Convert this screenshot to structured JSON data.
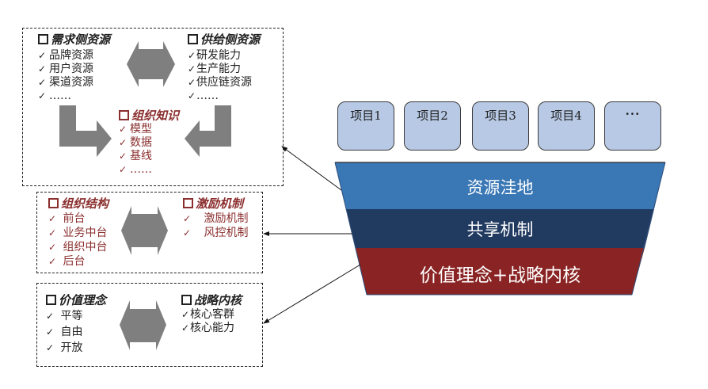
{
  "projects": [
    "项目1",
    "项目2",
    "项目3",
    "项目4",
    "···"
  ],
  "layers": [
    {
      "label": "资源洼地",
      "color": "#3A77B5"
    },
    {
      "label": "共享机制",
      "color": "#213A60"
    },
    {
      "label": "价值理念+战略内核",
      "color": "#8A2424"
    }
  ],
  "colors": {
    "project_fill": "#B7C9E5",
    "arrow_gray": "#7F7F7F",
    "accent_red": "#8B2E2E",
    "text_dark": "#222222"
  },
  "box_resources": {
    "demand": {
      "title": "需求侧资源",
      "items": [
        "品牌资源",
        "用户资源",
        "渠道资源",
        "……"
      ]
    },
    "supply": {
      "title": "供给侧资源",
      "items": [
        "研发能力",
        "生产能力",
        "供应链资源",
        "……"
      ]
    },
    "knowledge": {
      "title": "组织知识",
      "items": [
        "模型",
        "数据",
        "基线",
        "……"
      ]
    }
  },
  "box_mechanism": {
    "structure": {
      "title": "组织结构",
      "items": [
        "前台",
        "业务中台",
        "组织中台",
        "后台"
      ]
    },
    "incentive": {
      "title": "激励机制",
      "items": [
        "激励机制",
        "风控机制"
      ]
    }
  },
  "box_core": {
    "values": {
      "title": "价值理念",
      "items": [
        "平等",
        "自由",
        "开放"
      ]
    },
    "strategy": {
      "title": "战略内核",
      "items": [
        "核心客群",
        "核心能力"
      ]
    }
  },
  "symbols": {
    "check": "✓"
  }
}
